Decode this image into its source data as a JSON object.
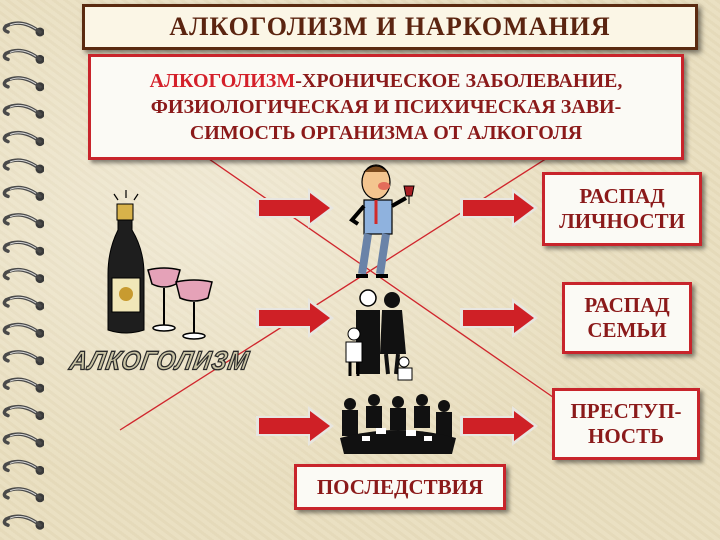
{
  "title": "АЛКОГОЛИЗМ И НАРКОМАНИЯ",
  "definition": {
    "term": "АЛКОГОЛИЗМ",
    "rest_line1": "-ХРОНИЧЕСКОЕ ЗАБОЛЕВАНИЕ,",
    "line2": "ФИЗИОЛОГИЧЕСКАЯ И ПСИХИЧЕСКАЯ ЗАВИ-",
    "line3": "СИМОСТЬ ОРГАНИЗМА ОТ АЛКОГОЛЯ"
  },
  "consequences": [
    {
      "line1": "РАСПАД",
      "line2": "ЛИЧНОСТИ"
    },
    {
      "line1": "РАСПАД",
      "line2": "СЕМЬИ"
    },
    {
      "line1": "ПРЕСТУП-",
      "line2": "НОСТЬ"
    }
  ],
  "footer_label": "ПОСЛЕДСТВИЯ",
  "wordart_label": "АЛКОГОЛИЗМ",
  "colors": {
    "accent_red": "#c8242b",
    "title_border": "#5a2a10",
    "paper": "#e9dfc0"
  },
  "icons": [
    "spiral-binding-icon",
    "champagne-bottle-icon",
    "wine-glasses-icon",
    "drunk-man-icon",
    "family-icon",
    "group-meeting-icon",
    "right-arrow-icon"
  ]
}
